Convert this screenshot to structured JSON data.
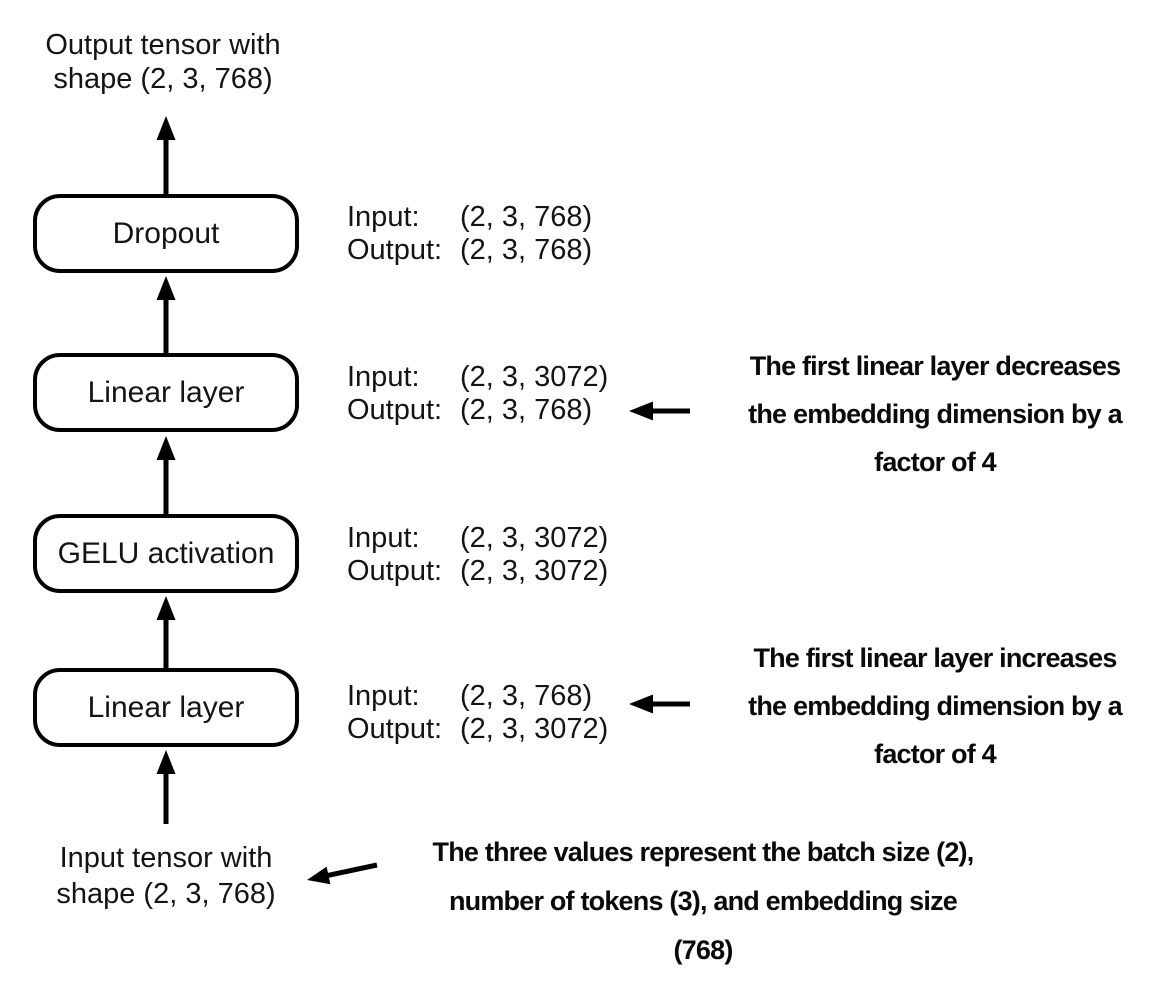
{
  "figure": {
    "title_semantic": "Feed-forward block tensor shape diagram",
    "colors": {
      "ink": "#000000",
      "background": "#ffffff"
    },
    "output_label": {
      "line1": "Output tensor with",
      "line2": "shape (2, 3, 768)"
    },
    "input_label": {
      "line1": "Input tensor with",
      "line2": "shape (2, 3, 768)"
    },
    "layers": [
      {
        "name": "Dropout",
        "input_key": "Input:",
        "input_shape": "(2, 3, 768)",
        "output_key": "Output:",
        "output_shape": "(2, 3, 768)"
      },
      {
        "name": "Linear layer",
        "input_key": "Input:",
        "input_shape": "(2, 3, 3072)",
        "output_key": "Output:",
        "output_shape": "(2, 3, 768)"
      },
      {
        "name": "GELU activation",
        "input_key": "Input:",
        "input_shape": "(2, 3, 3072)",
        "output_key": "Output:",
        "output_shape": "(2, 3, 3072)"
      },
      {
        "name": "Linear layer",
        "input_key": "Input:",
        "input_shape": "(2, 3, 768)",
        "output_key": "Output:",
        "output_shape": "(2, 3, 3072)"
      }
    ],
    "annotations": [
      {
        "line1": "The first linear layer decreases",
        "line2": "the embedding dimension by a",
        "line3": "factor of 4"
      },
      {
        "line1": "The first linear layer increases",
        "line2": "the embedding dimension by a",
        "line3": "factor of 4"
      },
      {
        "line1": "The three values represent the batch size (2),",
        "line2": "number of tokens (3), and embedding size",
        "line3": "(768)"
      }
    ]
  }
}
